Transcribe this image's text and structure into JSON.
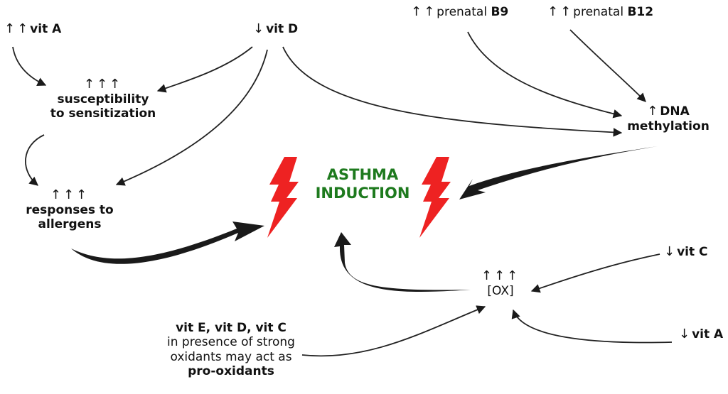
{
  "colors": {
    "title_green": "#1e7a1e",
    "bolt_red": "#ee2222",
    "arrow_dark": "#1a1a1a"
  },
  "center": {
    "line1": "ASTHMA",
    "line2": "INDUCTION"
  },
  "nodes": {
    "vit_a_high": {
      "arrows": "↑↑",
      "label": "vit A"
    },
    "vit_d_low": {
      "arrows": "↓",
      "label": "vit D"
    },
    "b9": {
      "arrows": "↑↑",
      "prefix": "prenatal ",
      "label": "B9"
    },
    "b12": {
      "arrows": "↑↑",
      "prefix": "prenatal ",
      "label": "B12"
    },
    "susceptibility": {
      "arrows": "↑↑↑",
      "line1": "susceptibility",
      "line2": "to sensitization"
    },
    "dna": {
      "arrows": "↑",
      "line1": "DNA",
      "line2": "methylation"
    },
    "responses": {
      "arrows": "↑↑↑",
      "line1": "responses to",
      "line2": "allergens"
    },
    "ox": {
      "arrows": "↑↑↑",
      "label": "[OX]"
    },
    "vit_c_low": {
      "arrows": "↓",
      "label": "vit C"
    },
    "vit_a_low": {
      "arrows": "↓",
      "label": "vit A"
    },
    "prooxidants": {
      "line1": "vit E, vit D, vit C",
      "line2": "in presence of strong",
      "line3": "oxidants may act as",
      "line4": "pro-oxidants"
    }
  },
  "edges": [
    {
      "from": "vit_a_high",
      "to": "susceptibility",
      "weight": "thin"
    },
    {
      "from": "vit_d_low",
      "to": "susceptibility",
      "weight": "thin"
    },
    {
      "from": "vit_d_low",
      "to": "responses",
      "weight": "thin"
    },
    {
      "from": "vit_d_low",
      "to": "dna",
      "weight": "thin"
    },
    {
      "from": "b9",
      "to": "dna",
      "weight": "thin"
    },
    {
      "from": "b12",
      "to": "dna",
      "weight": "thin"
    },
    {
      "from": "susceptibility",
      "to": "responses",
      "weight": "thin"
    },
    {
      "from": "responses",
      "to": "asthma_induction",
      "weight": "thick"
    },
    {
      "from": "dna",
      "to": "asthma_induction",
      "weight": "thick"
    },
    {
      "from": "ox",
      "to": "asthma_induction",
      "weight": "thick"
    },
    {
      "from": "vit_c_low",
      "to": "ox",
      "weight": "thin"
    },
    {
      "from": "vit_a_low",
      "to": "ox",
      "weight": "thin"
    },
    {
      "from": "prooxidants",
      "to": "ox",
      "weight": "thin"
    }
  ]
}
